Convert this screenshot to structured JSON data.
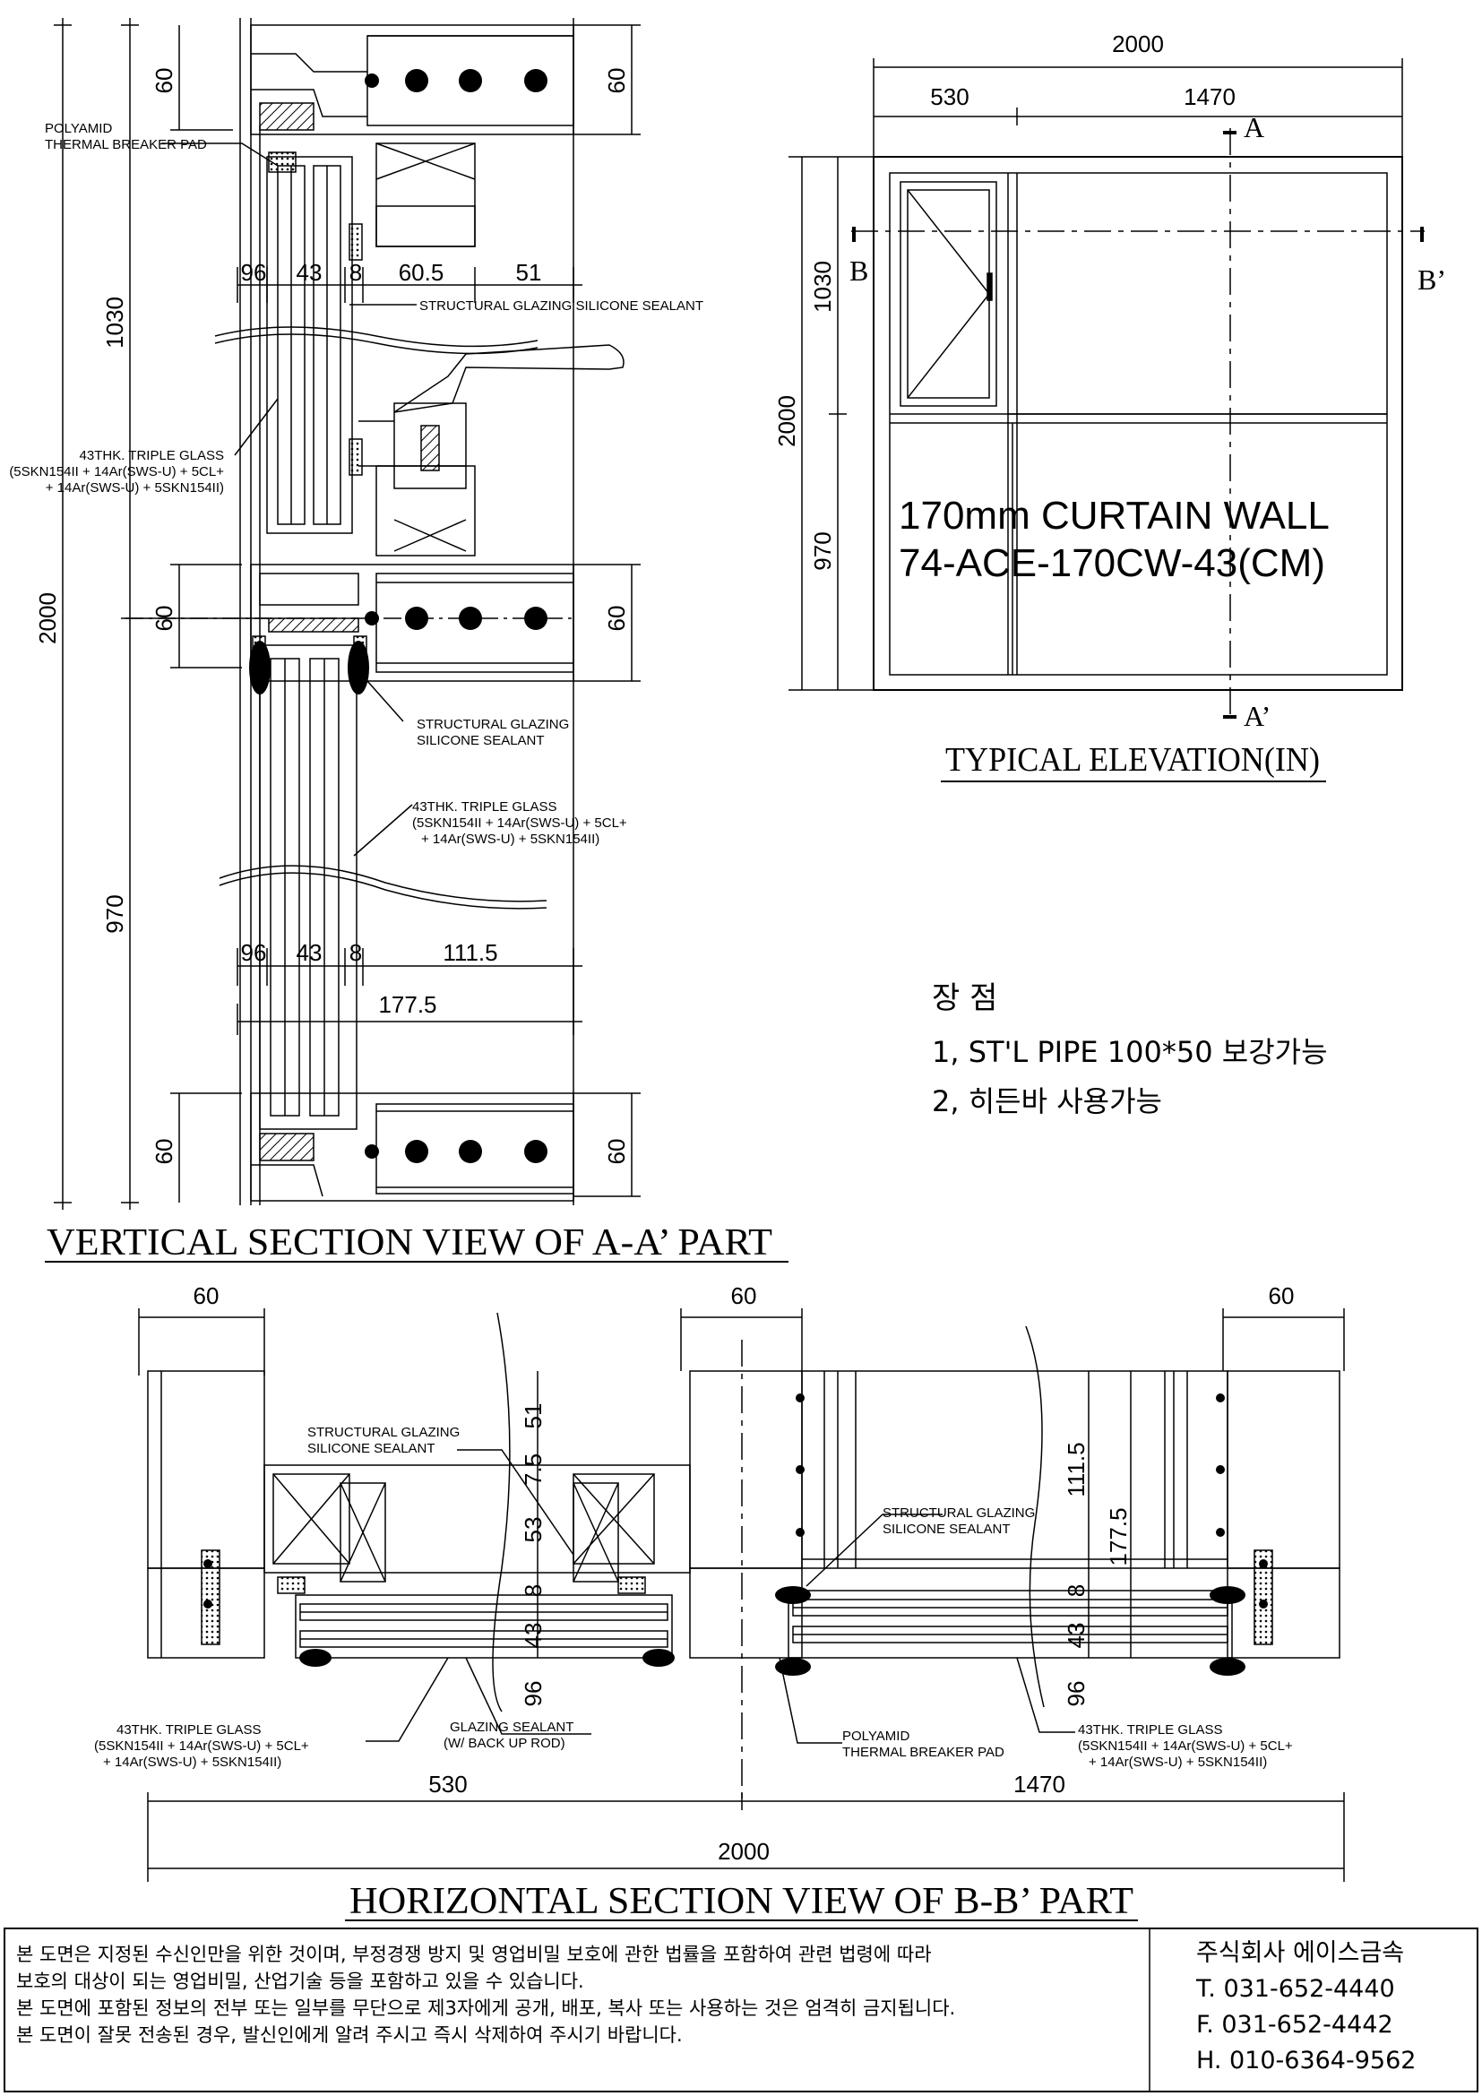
{
  "elevation": {
    "title": "TYPICAL ELEVATION(IN)",
    "product_line1": "170mm CURTAIN WALL",
    "product_line2": "74-ACE-170CW-43(CM)",
    "dim_total_w": "2000",
    "dim_left_w": "530",
    "dim_right_w": "1470",
    "dim_total_h": "2000",
    "dim_upper_h": "1030",
    "dim_lower_h": "970",
    "marker_a": "A",
    "marker_a2": "A’",
    "marker_b": "B",
    "marker_b2": "B’"
  },
  "vertical": {
    "title": "VERTICAL SECTION VIEW OF A-A’ PART",
    "dim_2000": "2000",
    "dim_1030": "1030",
    "dim_970": "970",
    "dim_60_a": "60",
    "dim_60_b": "60",
    "dim_60_c": "60",
    "dim_60_d": "60",
    "dim_60_e": "60",
    "dim_60_f": "60",
    "upper_dims": [
      "96",
      "43",
      "8",
      "60.5",
      "51"
    ],
    "lower_dims": [
      "96",
      "43",
      "8",
      "111.5"
    ],
    "dim_177_5": "177.5",
    "label_polyamid_1": "POLYAMID",
    "label_polyamid_2": "THERMAL BREAKER PAD",
    "label_sgs_top": "STRUCTURAL GLAZING SILICONE SEALANT",
    "label_sgs_mid_1": "STRUCTURAL GLAZING",
    "label_sgs_mid_2": "SILICONE SEALANT",
    "glass_top_1": "43THK. TRIPLE GLASS",
    "glass_top_2": "(5SKN154II + 14Ar(SWS-U) + 5CL+",
    "glass_top_3": "+ 14Ar(SWS-U) + 5SKN154II)",
    "glass_mid_1": "43THK. TRIPLE GLASS",
    "glass_mid_2": "(5SKN154II + 14Ar(SWS-U) + 5CL+",
    "glass_mid_3": "+ 14Ar(SWS-U) + 5SKN154II)"
  },
  "advantages": {
    "heading": "장   점",
    "item1": "1, ST'L PIPE 100*50 보강가능",
    "item2": "2, 히든바 사용가능"
  },
  "horizontal": {
    "title": "HORIZONTAL SECTION VIEW OF B-B’ PART",
    "dim_60_left": "60",
    "dim_60_mid": "60",
    "dim_60_right": "60",
    "dim_530": "530",
    "dim_1470": "1470",
    "dim_2000": "2000",
    "vert_dims_left": [
      "51",
      "7.5",
      "53",
      "8",
      "43",
      "96"
    ],
    "vert_dims_right": [
      "111.5",
      "177.5",
      "8",
      "43",
      "96"
    ],
    "label_sgs_left_1": "STRUCTURAL GLAZING",
    "label_sgs_left_2": "SILICONE SEALANT",
    "label_sgs_right_1": "STRUCTURAL GLAZING",
    "label_sgs_right_2": "SILICONE SEALANT",
    "label_glazing_1": "GLAZING SEALANT",
    "label_glazing_2": "(W/ BACK UP ROD)",
    "label_polyamid_1": "POLYAMID",
    "label_polyamid_2": "THERMAL BREAKER PAD",
    "glass_left_1": "43THK. TRIPLE GLASS",
    "glass_left_2": "(5SKN154II + 14Ar(SWS-U) + 5CL+",
    "glass_left_3": "+ 14Ar(SWS-U) + 5SKN154II)",
    "glass_right_1": "43THK. TRIPLE GLASS",
    "glass_right_2": "(5SKN154II + 14Ar(SWS-U) + 5CL+",
    "glass_right_3": "+ 14Ar(SWS-U) + 5SKN154II)"
  },
  "footer": {
    "notice": [
      "본 도면은 지정된 수신인만을 위한 것이며, 부정경쟁 방지 및 영업비밀 보호에 관한 법률을 포함하여 관련 법령에 따라",
      "보호의 대상이 되는 영업비밀, 산업기술 등을 포함하고 있을 수 있습니다.",
      "본 도면에 포함된 정보의 전부 또는 일부를 무단으로 제3자에게 공개, 배포, 복사 또는 사용하는 것은 엄격히 금지됩니다.",
      "본 도면이 잘못 전송된 경우, 발신인에게 알려 주시고 즉시 삭제하여 주시기 바랍니다."
    ],
    "company": "주식회사 에이스금속",
    "tel": "T. 031-652-4440",
    "fax": "F. 031-652-4442",
    "mobile": "H. 010-6364-9562"
  }
}
